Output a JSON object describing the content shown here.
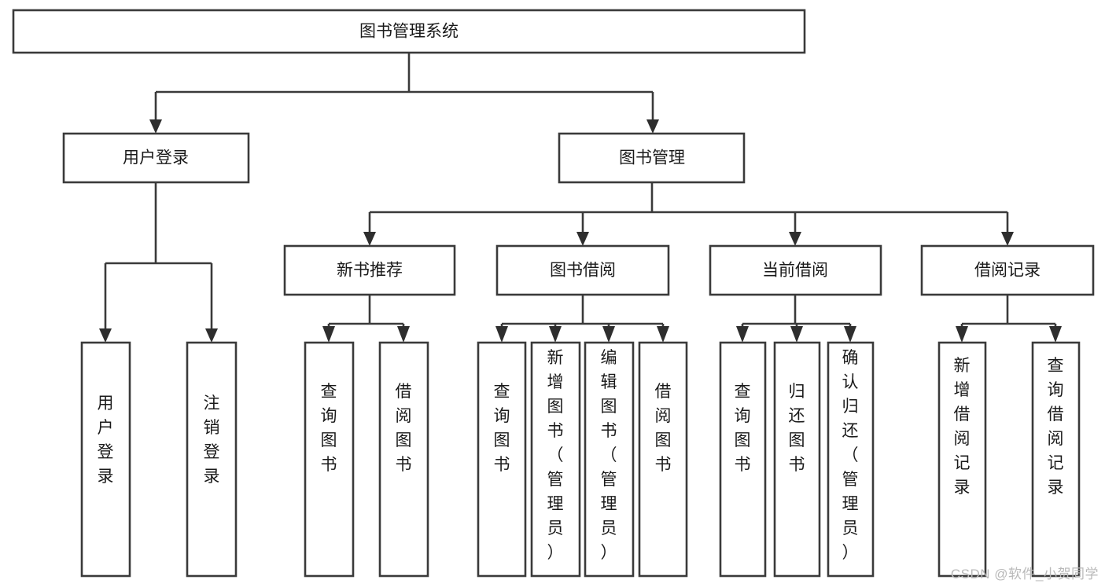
{
  "diagram": {
    "title": "图书管理系统",
    "watermark": "CSDN @软件_小贺同学",
    "colors": {
      "stroke": "#3a3a3a",
      "fill": "#ffffff",
      "text": "#1a1a1a",
      "watermark": "#b9b9b9",
      "background": "#ffffff"
    },
    "root": {
      "label": "图书管理系统"
    },
    "level2": [
      {
        "label": "用户登录"
      },
      {
        "label": "图书管理"
      }
    ],
    "level3": [
      {
        "label": "新书推荐"
      },
      {
        "label": "图书借阅"
      },
      {
        "label": "当前借阅"
      },
      {
        "label": "借阅记录"
      }
    ],
    "leaves": {
      "user_login": [
        {
          "label": "用户登录"
        },
        {
          "label": "注销登录"
        }
      ],
      "new_book_recommend": [
        {
          "label": "查询图书"
        },
        {
          "label": "借阅图书"
        }
      ],
      "book_borrow": [
        {
          "label": "查询图书"
        },
        {
          "label": "新增图书（管理员）"
        },
        {
          "label": "编辑图书（管理员）"
        },
        {
          "label": "借阅图书"
        }
      ],
      "current_borrow": [
        {
          "label": "查询图书"
        },
        {
          "label": "归还图书"
        },
        {
          "label": "确认归还（管理员）"
        }
      ],
      "borrow_record": [
        {
          "label": "新增借阅记录"
        },
        {
          "label": "查询借阅记录"
        }
      ]
    }
  }
}
